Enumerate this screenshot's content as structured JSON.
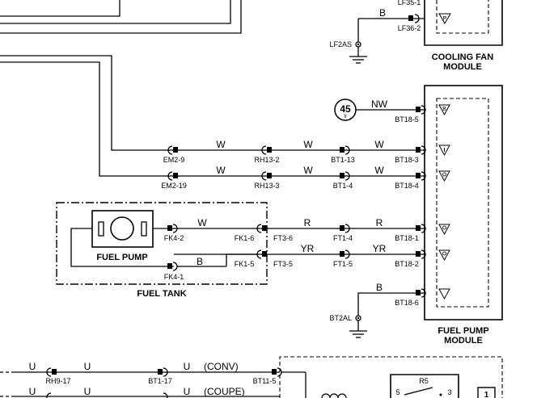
{
  "modules": {
    "cooling_fan_line1": "COOLING FAN",
    "cooling_fan_line2": "MODULE",
    "fuel_pump_line1": "FUEL PUMP",
    "fuel_pump_line2": "MODULE",
    "fuel_pump": "FUEL PUMP",
    "fuel_tank": "FUEL TANK"
  },
  "ground_refs": {
    "lf2as": "LF2AS",
    "bt2al": "BT2AL"
  },
  "reference": {
    "number": "45",
    "sub": "II"
  },
  "connectors": {
    "lf35_1": "LF35-1",
    "lf36_2": "LF36-2",
    "bt18_5": "BT18-5",
    "bt18_3": "BT18-3",
    "bt18_4": "BT18-4",
    "bt18_1": "BT18-1",
    "bt18_2": "BT18-2",
    "bt18_6": "BT18-6",
    "em2_9": "EM2-9",
    "em2_19": "EM2-19",
    "rh13_2": "RH13-2",
    "rh13_3": "RH13-3",
    "bt1_13": "BT1-13",
    "bt1_4": "BT1-4",
    "fk4_2": "FK4-2",
    "fk4_1": "FK4-1",
    "fk1_6": "FK1-6",
    "fk1_5": "FK1-5",
    "ft3_6": "FT3-6",
    "ft3_5": "FT3-5",
    "ft1_4": "FT1-4",
    "ft1_5": "FT1-5",
    "rh9_17": "RH9-17",
    "bt1_17": "BT1-17",
    "bt11_5": "BT11-5"
  },
  "wire_colors": {
    "b": "B",
    "nw": "NW",
    "w": "W",
    "r": "R",
    "yr": "YR",
    "u": "U"
  },
  "variants": {
    "conv": "(CONV)",
    "coupe": "(COUPE)"
  },
  "relay": {
    "label": "R5",
    "pin5": "5",
    "pin3": "3"
  },
  "box_number": "1"
}
